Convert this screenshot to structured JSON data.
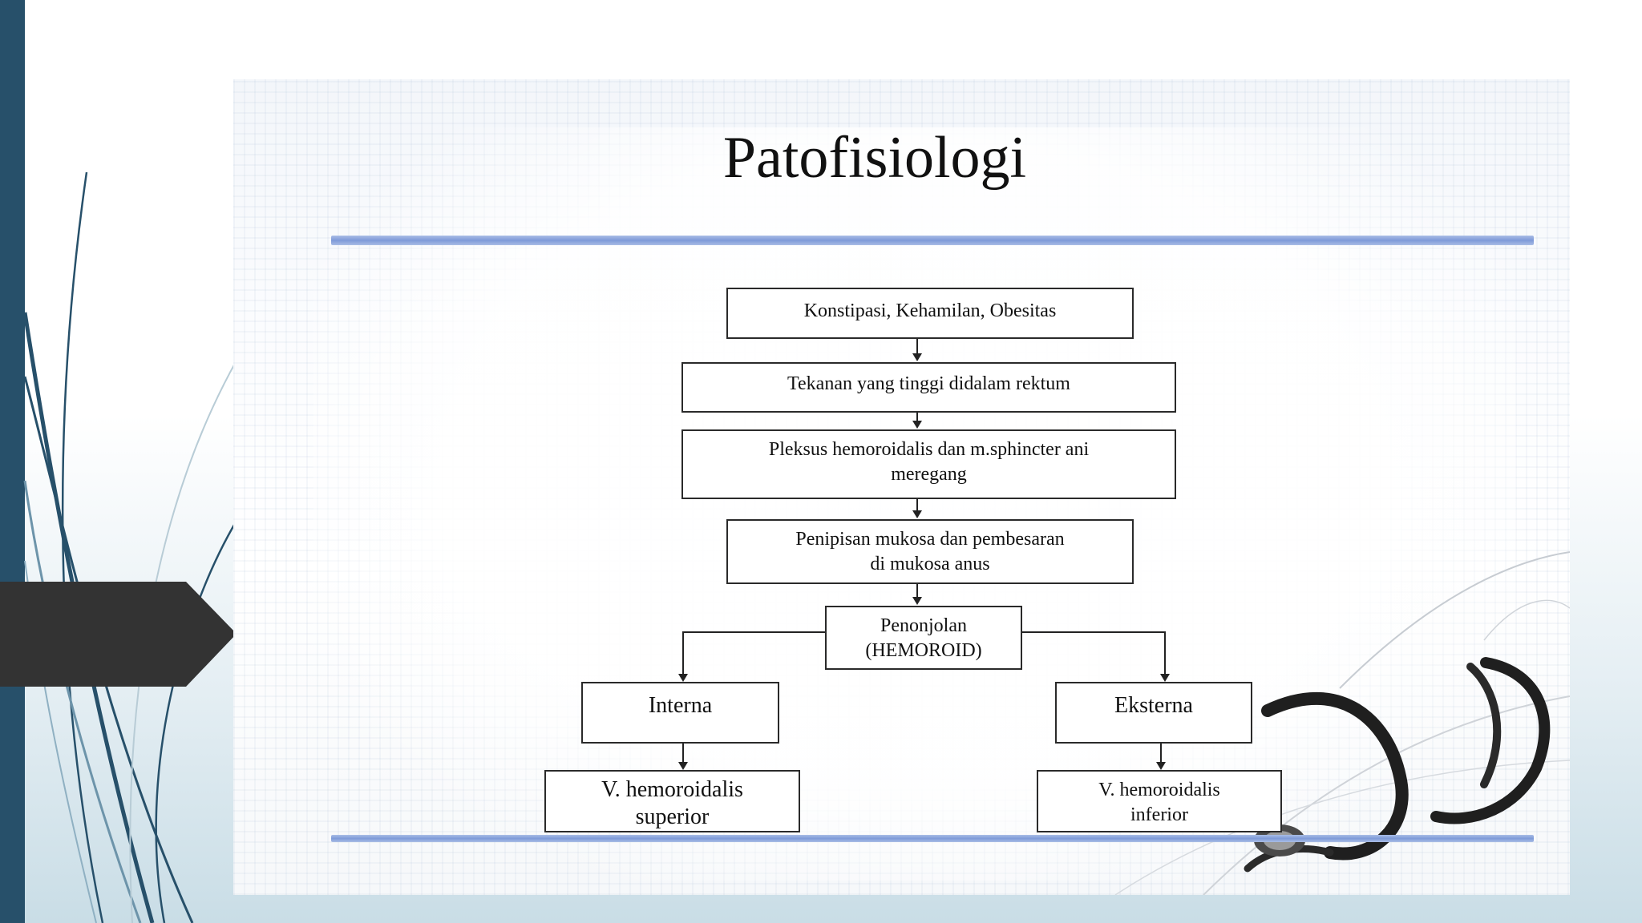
{
  "slide": {
    "title": "Patofisiologi",
    "boxes": {
      "causes": "Konstipasi, Kehamilan, Obesitas",
      "pressure": "Tekanan yang tinggi didalam rektum",
      "plexus_line1": "Pleksus hemoroidalis dan m.sphincter ani",
      "plexus_line2": "meregang",
      "thinning_line1": "Penipisan mukosa dan pembesaran",
      "thinning_line2": "di mukosa anus",
      "protrusion_line1": "Penonjolan",
      "protrusion_line2": "(HEMOROID)",
      "internal": "Interna",
      "external": "Eksterna",
      "superior_line1": "V. hemoroidalis",
      "superior_line2": "superior",
      "inferior_line1": "V. hemoroidalis",
      "inferior_line2": "inferior"
    }
  },
  "colors": {
    "left_bar": "#27506a",
    "arrow_tab": "#333333",
    "rule": "#7e9ad8",
    "box_border": "#2a2a2a"
  }
}
